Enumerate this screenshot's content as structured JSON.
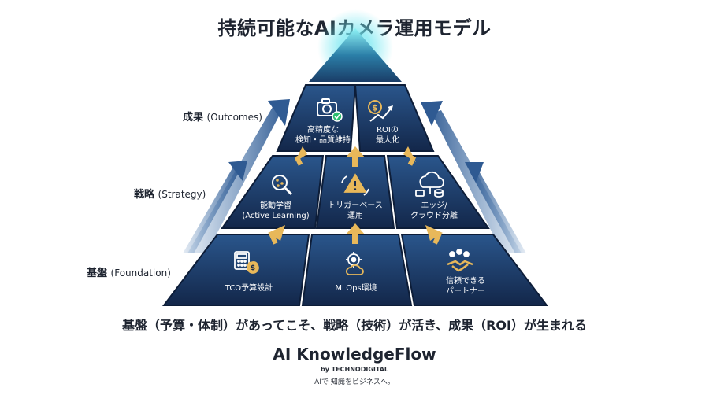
{
  "title": "持続可能なAIカメラ運用モデル",
  "tiers": {
    "outcomes": {
      "jp": "成果",
      "en": "(Outcomes)"
    },
    "strategy": {
      "jp": "戦略",
      "en": "(Strategy)"
    },
    "foundation": {
      "jp": "基盤",
      "en": "(Foundation)"
    }
  },
  "blocks": {
    "outcomes": [
      {
        "lines": [
          "高精度な",
          "検知・品質維持"
        ],
        "icon": "camera-check-icon"
      },
      {
        "lines": [
          "ROIの",
          "最大化"
        ],
        "icon": "money-growth-icon"
      }
    ],
    "strategy": [
      {
        "lines": [
          "能動学習",
          "(Active Learning)"
        ],
        "icon": "magnifier-network-icon"
      },
      {
        "lines": [
          "トリガーベース",
          "運用"
        ],
        "icon": "warning-trigger-icon"
      },
      {
        "lines": [
          "エッジ/",
          "クラウド分離"
        ],
        "icon": "cloud-edge-icon"
      }
    ],
    "foundation": [
      {
        "lines": [
          "TCO予算設計"
        ],
        "icon": "calculator-money-icon"
      },
      {
        "lines": [
          "MLOps環境"
        ],
        "icon": "gear-cloud-icon"
      },
      {
        "lines": [
          "信頼できる",
          "パートナー"
        ],
        "icon": "handshake-icon"
      }
    ]
  },
  "caption": "基盤（予算・体制）があってこそ、戦略（技術）が活き、成果（ROI）が生まれる",
  "brand": {
    "name": "AI KnowledgeFlow",
    "by": "by TECHNODIGITAL",
    "tagline": "AIで 知識をビジネスへ。"
  },
  "colors": {
    "pyramid_dark": "#14284a",
    "pyramid_mid": "#1f3f6e",
    "pyramid_light": "#2d5a92",
    "arrow_gold": "#e8b85a",
    "side_arrow": "#2a4f80",
    "glow": "#6fe6f0"
  }
}
